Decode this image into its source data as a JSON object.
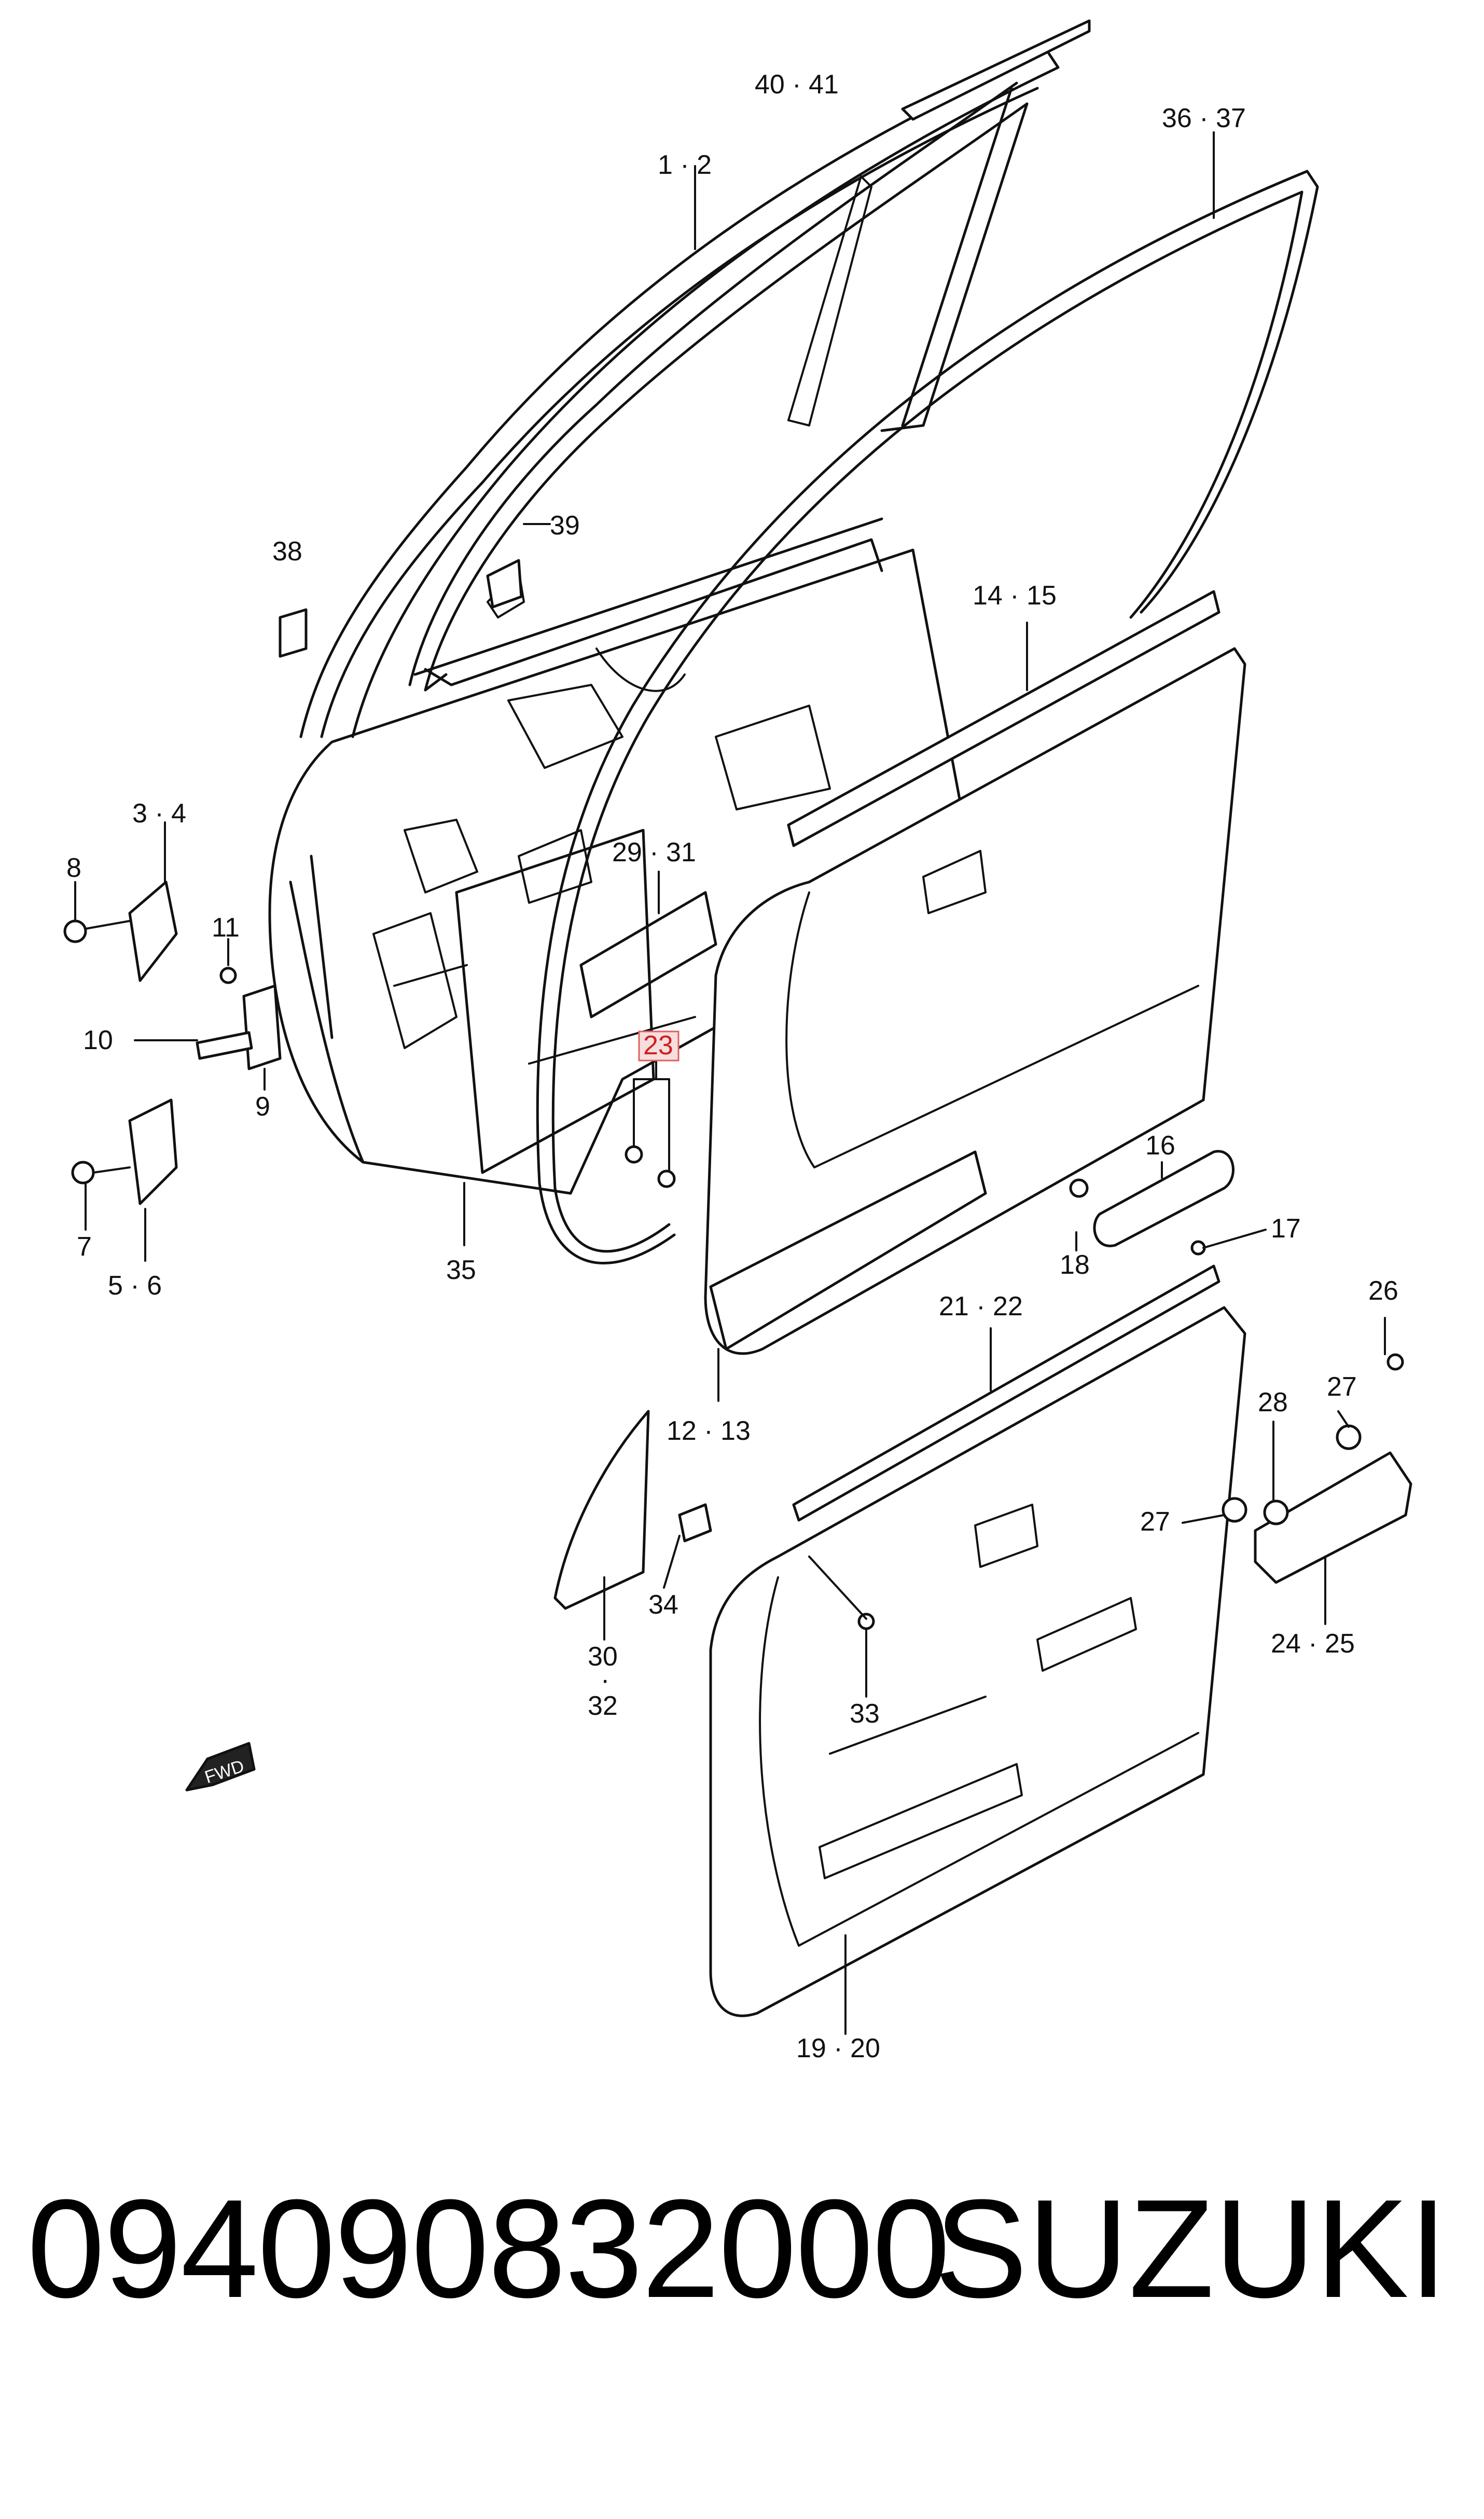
{
  "diagram": {
    "labels": {
      "l40_41": "40 · 41",
      "l1_2": "1 · 2",
      "l36_37": "36 · 37",
      "l39": "39",
      "l38": "38",
      "l14_15": "14 · 15",
      "l3_4": "3 · 4",
      "l8": "8",
      "l11": "11",
      "l29_31": "29 · 31",
      "l23": "23",
      "l10": "10",
      "l9": "9",
      "l16": "16",
      "l17": "17",
      "l18": "18",
      "l7": "7",
      "l5_6": "5 · 6",
      "l35": "35",
      "l21_22": "21 · 22",
      "l26": "26",
      "l12_13": "12 · 13",
      "l28": "28",
      "l27a": "27",
      "l27b": "27",
      "l34": "34",
      "l30": "30",
      "l32_dot": "·",
      "l32": "32",
      "l33": "33",
      "l24_25": "24 · 25",
      "l19_20": "19 · 20",
      "fwd": "FWD"
    },
    "highlight_color": "#e06060"
  },
  "footer": {
    "part_number": "094090832000",
    "brand": "SUZUKI"
  }
}
